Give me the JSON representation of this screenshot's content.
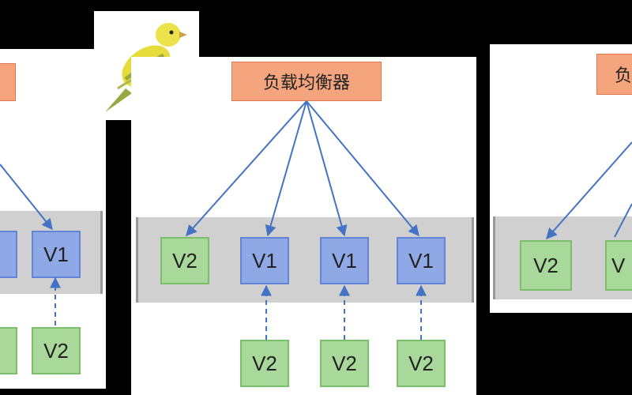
{
  "load_balancer_label": "负载均衡器",
  "panels": [
    {
      "title": "",
      "lb_label": "",
      "nodes_band": [
        "",
        "V1"
      ],
      "nodes_new": [
        "",
        "V2"
      ]
    },
    {
      "title": "",
      "lb_label": "负载均衡器",
      "nodes_band": [
        "V2",
        "V1",
        "V1",
        "V1"
      ],
      "nodes_new": [
        "V2",
        "V2",
        "V2"
      ]
    },
    {
      "title": "",
      "lb_label": "负",
      "nodes_band": [
        "V2",
        "V"
      ]
    }
  ],
  "icons": [
    "canary-bird-icon"
  ],
  "colors": {
    "v1": "#8fa8e6",
    "v2": "#a8d89a",
    "load_balancer": "#f5a57d",
    "arrow": "#4472c4"
  }
}
